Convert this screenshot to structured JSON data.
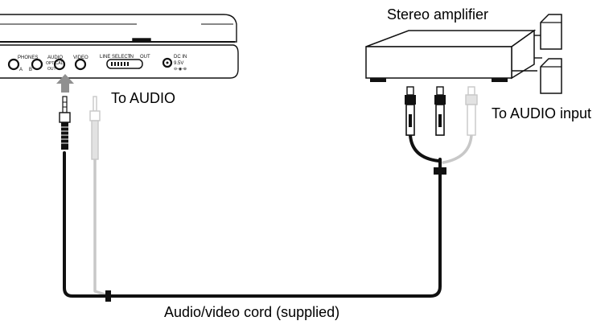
{
  "labels": {
    "amplifier": "Stereo amplifier",
    "to_audio": "To AUDIO",
    "to_audio_input": "To AUDIO input",
    "cord": "Audio/video cord (supplied)"
  },
  "panel": {
    "phones": "PHONES",
    "a": "A",
    "b": "B",
    "audio": "AUDIO",
    "optical": "OPTICAL",
    "out": "OUT",
    "video": "VIDEO",
    "line_select": "LINE SELECT",
    "in": "IN",
    "line_out": "OUT",
    "dc_in": "DC IN",
    "voltage": "9.5V"
  },
  "colors": {
    "line": "#111111",
    "grey_cable": "#c8c8c8",
    "arrow": "#909090"
  }
}
